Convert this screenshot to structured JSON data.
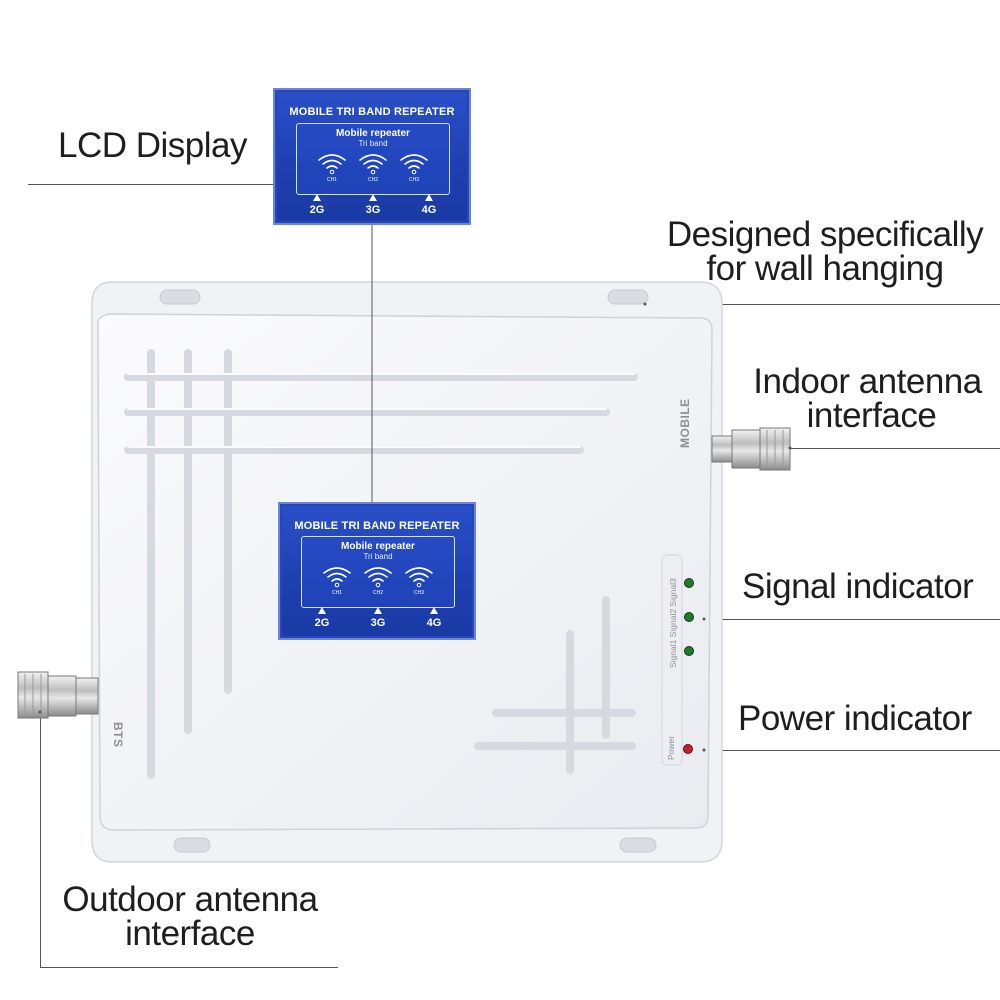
{
  "callouts": {
    "lcd_display": "LCD Display",
    "wall_hanging_line1": "Designed specifically",
    "wall_hanging_line2": "for wall hanging",
    "indoor_line1": "Indoor antenna",
    "indoor_line2": "interface",
    "signal_indicator": "Signal indicator",
    "power_indicator": "Power indicator",
    "outdoor_line1": "Outdoor antenna",
    "outdoor_line2": "interface"
  },
  "lcd": {
    "title": "MOBILE TRI BAND REPEATER",
    "subtitle": "Mobile repeater",
    "subtitle2": "Tri band",
    "channels": [
      "CH1",
      "CH2",
      "CH3"
    ],
    "bands": [
      "2G",
      "3G",
      "4G"
    ]
  },
  "device": {
    "port_mobile": "MOBILE",
    "port_bts": "BTS",
    "signal_labels": "Signal1 Signal2 Signal3",
    "power_label": "Power"
  },
  "colors": {
    "lcd_blue": "#1d3fb0",
    "signal_led": "#1f7a2a",
    "power_led": "#c0202a",
    "housing": "#f4f5f8"
  }
}
